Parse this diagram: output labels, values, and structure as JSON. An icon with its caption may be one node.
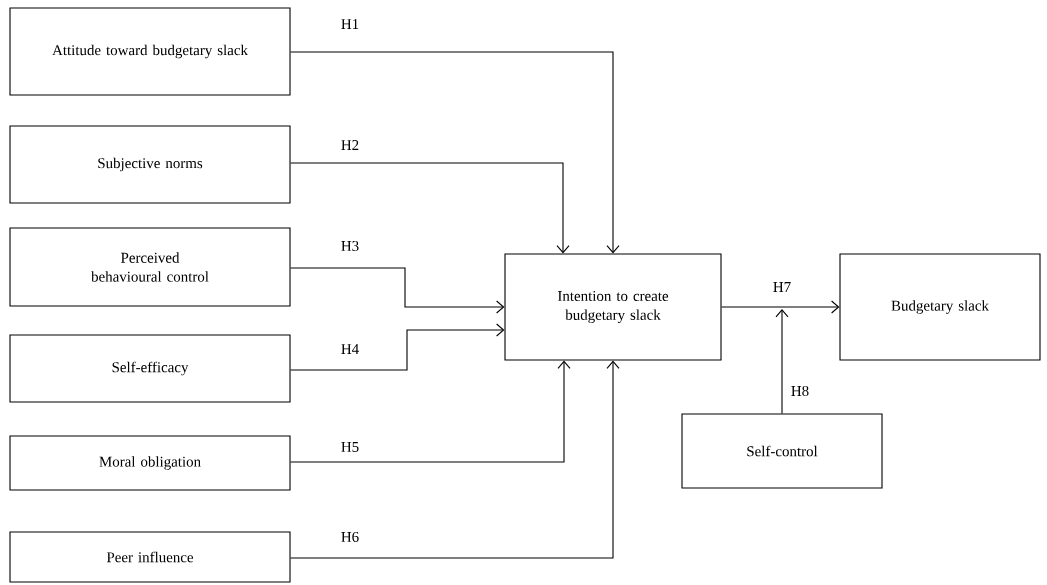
{
  "diagram": {
    "nodes": [
      {
        "text": [
          "Attitude toward budgetary slack"
        ]
      },
      {
        "text": [
          "Subjective norms"
        ]
      },
      {
        "text": [
          "Perceived behavioural control"
        ]
      },
      {
        "text": [
          "Self-efficacy"
        ]
      },
      {
        "text": [
          "Moral obligation"
        ]
      },
      {
        "text": [
          "Peer influence"
        ]
      },
      {
        "text": [
          "Intention to create budgetary slack"
        ]
      },
      {
        "text": [
          "Budgetary slack"
        ]
      },
      {
        "text": [
          "Self-control"
        ]
      }
    ],
    "edges": [
      {
        "from": 0,
        "to": 6,
        "arrow": "to",
        "label": "H1"
      },
      {
        "from": 1,
        "to": 6,
        "arrow": "to",
        "label": "H2"
      },
      {
        "from": 2,
        "to": 6,
        "arrow": "to",
        "label": "H3"
      },
      {
        "from": 3,
        "to": 6,
        "arrow": "to",
        "label": "H4"
      },
      {
        "from": 4,
        "to": 6,
        "arrow": "to",
        "label": "H5"
      },
      {
        "from": 5,
        "to": 6,
        "arrow": "to",
        "label": "H6"
      },
      {
        "from": 6,
        "to": 7,
        "arrow": "to",
        "label": "H7"
      },
      {
        "from": 8,
        "to": null,
        "arrow": "to",
        "label": "H8"
      }
    ]
  }
}
